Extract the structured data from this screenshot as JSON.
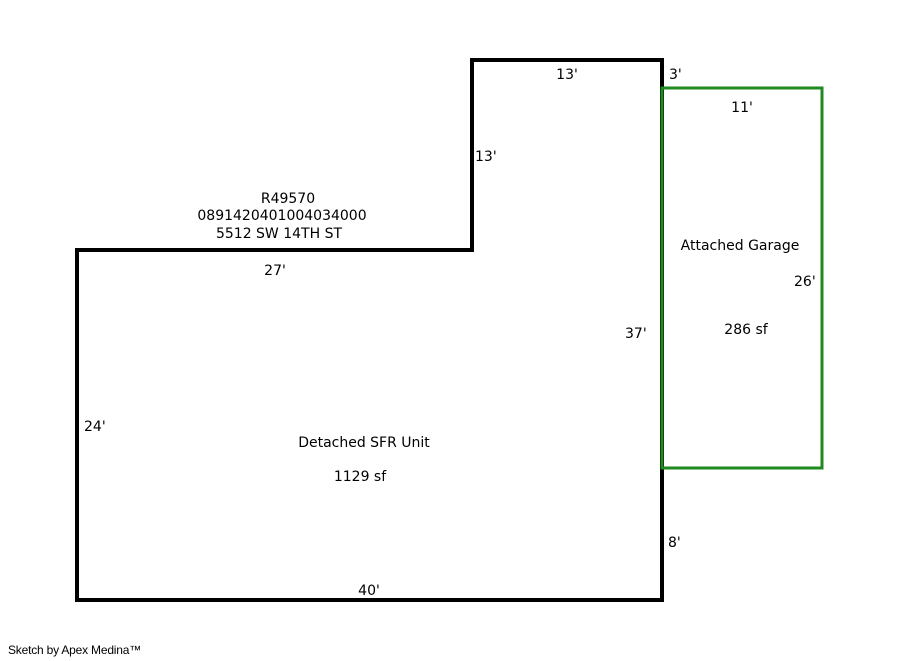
{
  "parcel": {
    "id": "R49570",
    "number": "0891420401004034000",
    "address": "5512 SW 14TH ST"
  },
  "house": {
    "name": "Detached SFR Unit",
    "area": "1129 sf",
    "color": "#000000",
    "dims": {
      "top_left": "27'",
      "notch_top": "13'",
      "notch_side": "13'",
      "right_upper": "37'",
      "right_lower": "8'",
      "bottom": "40'",
      "left": "24'"
    }
  },
  "garage": {
    "name": "Attached Garage",
    "area": "286 sf",
    "color": "#1f8a1f",
    "dims": {
      "offset": "3'",
      "top": "11'",
      "right": "26'"
    }
  },
  "footer": {
    "credit": "Sketch by Apex Medina™"
  }
}
